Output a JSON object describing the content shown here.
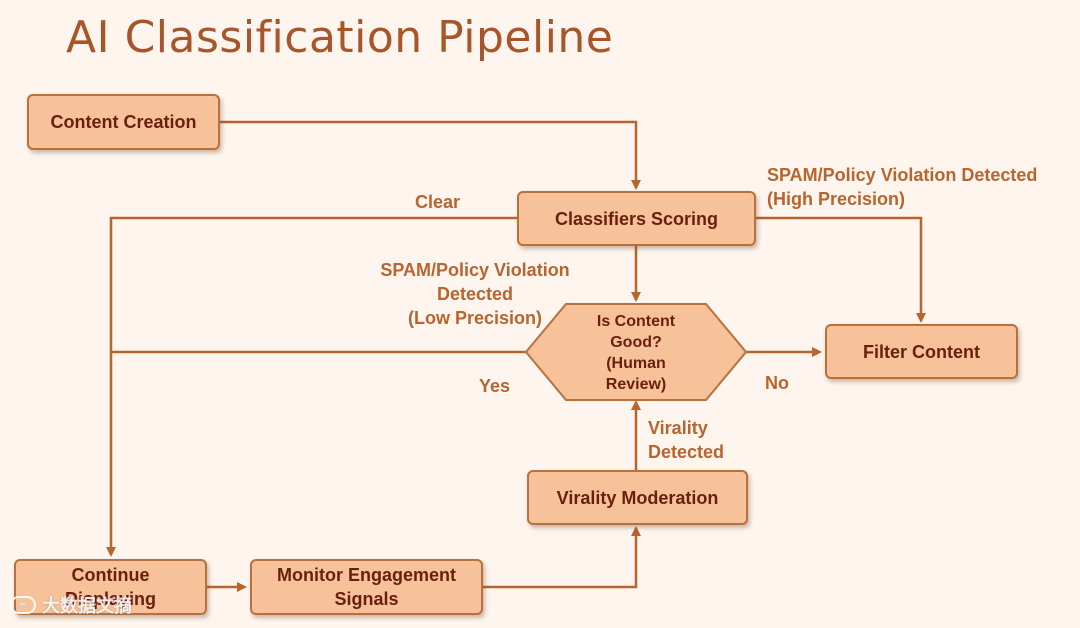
{
  "title": "AI Classification Pipeline",
  "colors": {
    "box_fill": "#f7c29a",
    "box_border": "#b8703f",
    "arrow": "#b8642f",
    "label": "#b8642f",
    "title": "#a8552a",
    "box_text": "#6a1e0e"
  },
  "nodes": {
    "content_creation": "Content Creation",
    "classifiers_scoring": "Classifiers Scoring",
    "is_content_good": "Is Content\nGood?\n(Human\nReview)",
    "filter_content": "Filter Content",
    "virality_moderation": "Virality Moderation",
    "continue_displaying": "Continue\nDisplaying",
    "monitor_engagement": "Monitor Engagement\nSignals"
  },
  "edge_labels": {
    "clear": "Clear",
    "spam_high": "SPAM/Policy Violation Detected\n(High Precision)",
    "spam_low": "SPAM/Policy Violation\nDetected\n(Low Precision)",
    "yes": "Yes",
    "no": "No",
    "virality_detected": "Virality\nDetected"
  },
  "watermark": "大数据文摘"
}
